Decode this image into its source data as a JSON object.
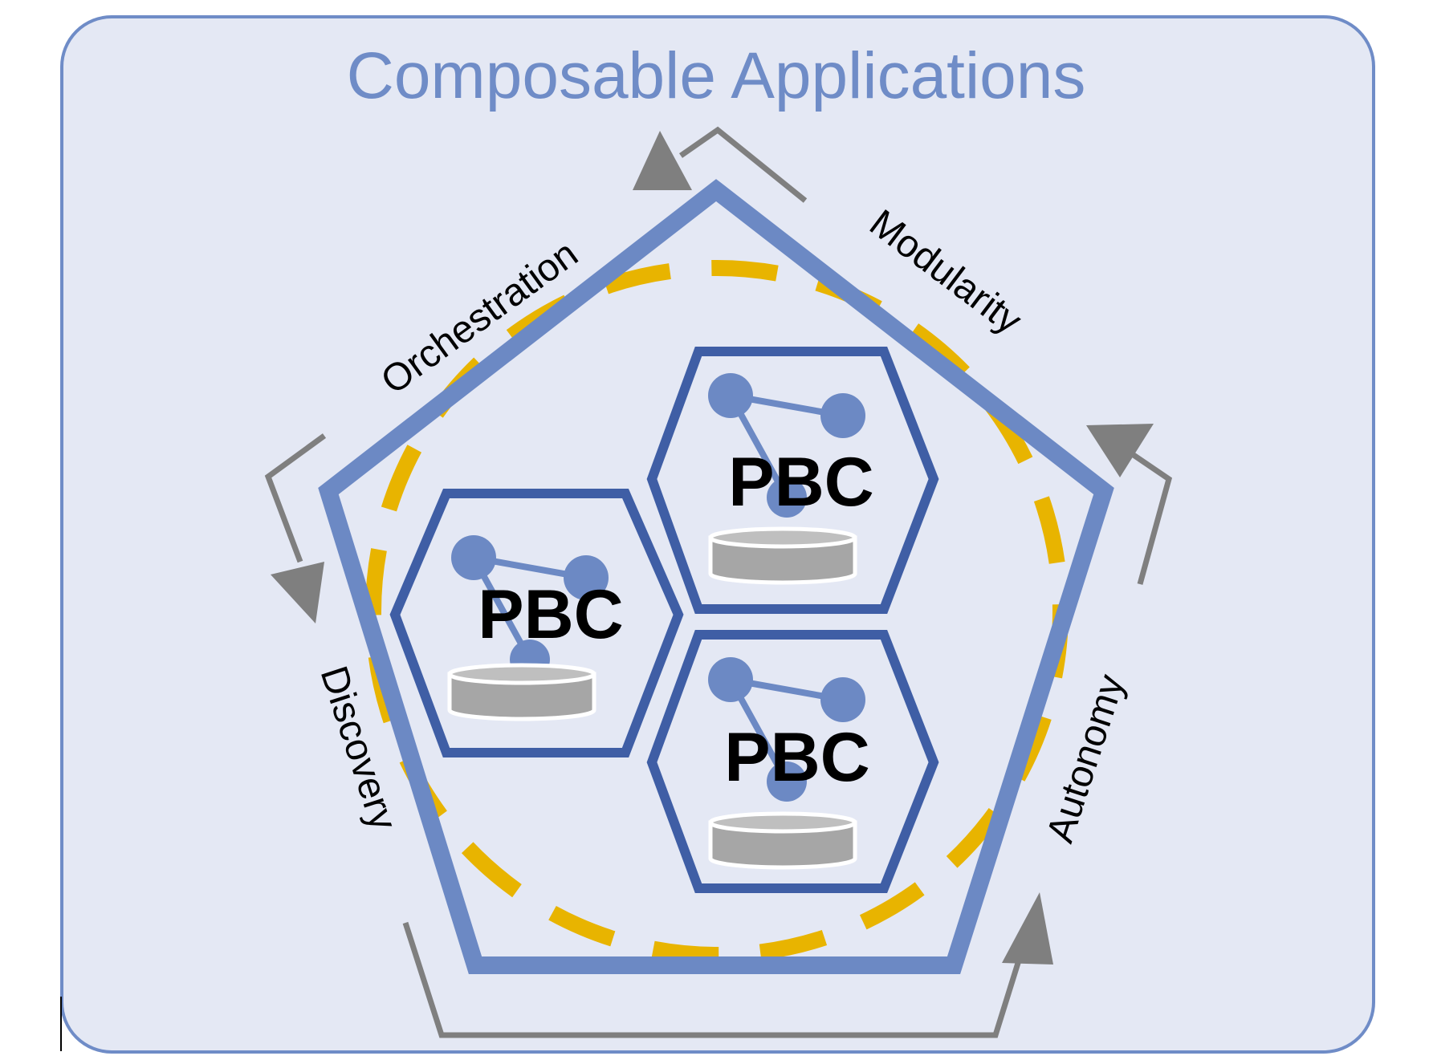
{
  "title": "Composable Applications",
  "labels": {
    "orchestration": "Orchestration",
    "modularity": "Modularity",
    "autonomy": "Autonomy",
    "discovery": "Discovery"
  },
  "pbcs": [
    {
      "label": "PBC"
    },
    {
      "label": "PBC"
    },
    {
      "label": "PBC"
    }
  ],
  "colors": {
    "panel_background": "#e4e8f4",
    "panel_border": "#6f8cc7",
    "title": "#6f8cc7",
    "pentagon": "#6c89c4",
    "hexagon": "#3f5ea5",
    "dashed_circle": "#e8b400",
    "arrow": "#7f7f7f",
    "node": "#6c89c4",
    "database": "#a6a6a6"
  },
  "icons": {
    "cycle_arrows": "curved-arrow-icon",
    "pbc_component": "robot-arm-icon"
  }
}
